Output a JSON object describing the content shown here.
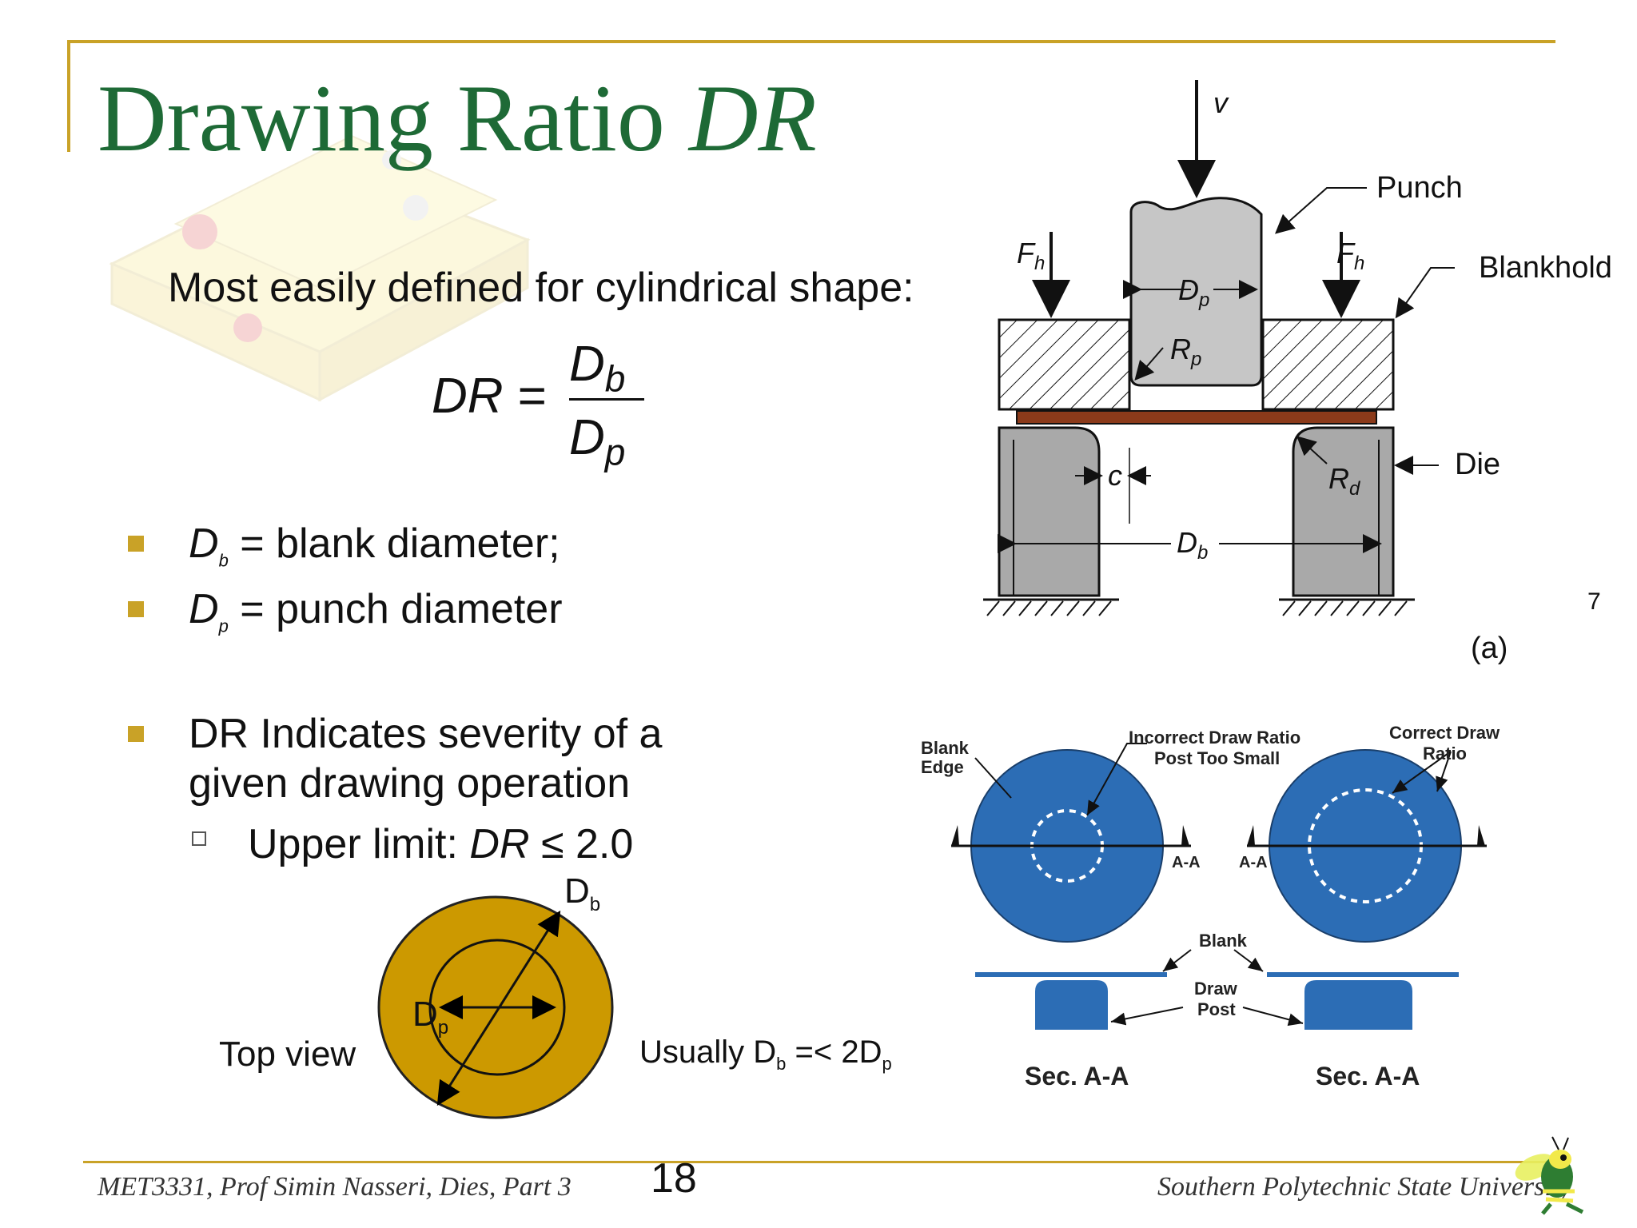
{
  "slide": {
    "title_main": "Drawing Ratio ",
    "title_italic": "DR",
    "subtitle": "Most easily defined for cylindrical shape:",
    "formula": {
      "lhs": "DR =",
      "num": "D",
      "num_sub": "b",
      "den": "D",
      "den_sub": "p"
    },
    "bullets": [
      {
        "sym": "D",
        "sub": "b",
        "text": " = blank diameter;"
      },
      {
        "sym": "D",
        "sub": "p",
        "text": " = punch diameter"
      }
    ],
    "dr_bullet": {
      "line1": "DR Indicates severity of a",
      "line2": "given drawing operation"
    },
    "sub_bullet": {
      "prefix": "Upper limit: ",
      "sym": "DR",
      "rest": " ≤ 2.0"
    },
    "page_number": "18"
  },
  "top_view": {
    "caption": "Top view",
    "db_label": "D",
    "db_sub": "b",
    "dp_label": "D",
    "dp_sub": "p",
    "usually": "Usually D",
    "usually_sub1": "b",
    "usually_mid": " =< 2D",
    "usually_sub2": "p",
    "fill_color": "#cc9900"
  },
  "press_diagram": {
    "v": "v",
    "punch": "Punch",
    "blankholder": "Blankhold",
    "die": "Die",
    "fh": "F",
    "fh_sub": "h",
    "dp": "D",
    "dp_sub": "p",
    "rp": "R",
    "rp_sub": "p",
    "rd": "R",
    "rd_sub": "d",
    "c": "c",
    "db": "D",
    "db_sub": "b",
    "caption": "(a)",
    "corner_mark": "7"
  },
  "draw_ratio_diagram": {
    "blank_edge": "Blank\nEdge",
    "incorrect": "Incorrect Draw Ratio",
    "post_too_small": "Post Too Small",
    "correct": "Correct Draw",
    "ratio": "Ratio",
    "aa1": "A-A",
    "aa2": "A-A",
    "blank": "Blank",
    "draw_post_1": "Draw",
    "draw_post_2": "Post",
    "sec1": "Sec. A-A",
    "sec2": "Sec. A-A",
    "blue": "#2c6db5"
  },
  "footer": {
    "left": "MET3331, Prof Simin Nasseri, Dies, Part 3",
    "right": "Southern Polytechnic State University"
  },
  "colors": {
    "accent": "#c9a227",
    "title": "#1e6a36"
  }
}
